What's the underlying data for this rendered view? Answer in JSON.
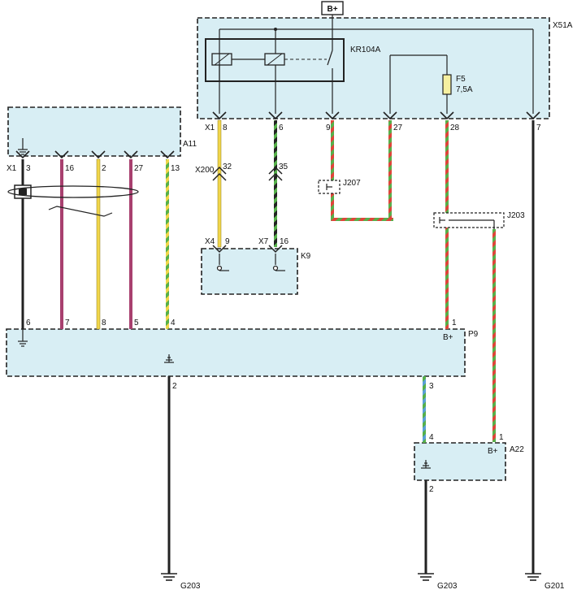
{
  "diagram": {
    "supply_label": "B+",
    "components": {
      "x51a": "X51A",
      "kr104a": "KR104A",
      "fuse_name": "F5",
      "fuse_rating": "7,5A",
      "a11": "A11",
      "k9": "K9",
      "p9": "P9",
      "a22": "A22",
      "j207": "J207",
      "j203": "J203",
      "p9_bplus": "B+",
      "a22_bplus": "B+"
    },
    "connectors": {
      "x1_top": "X1",
      "x1_left": "X1",
      "x200": "X200",
      "x4": "X4",
      "x7": "X7"
    },
    "grounds": {
      "g203_left": "G203",
      "g203_right": "G203",
      "g201": "G201"
    },
    "pins": {
      "x51a_8": "8",
      "x51a_6": "6",
      "x51a_9": "9",
      "x51a_27": "27",
      "x51a_28": "28",
      "x51a_7": "7",
      "x200_32": "32",
      "x200_35": "35",
      "x4_9": "9",
      "x7_16": "16",
      "a11_3": "3",
      "a11_16": "16",
      "a11_2": "2",
      "a11_27": "27",
      "a11_13": "13",
      "p9_6": "6",
      "p9_7": "7",
      "p9_8": "8",
      "p9_5": "5",
      "p9_4": "4",
      "p9_1": "1",
      "p9_2": "2",
      "p9_3": "3",
      "a22_4": "4",
      "a22_1": "1",
      "a22_2": "2"
    },
    "colors": {
      "box_fill": "#d8eef4",
      "wire_black": "#222222",
      "wire_red": "#e0443a",
      "wire_green": "#56b04a",
      "wire_yellow": "#f1d64a",
      "wire_violet": "#a8406f",
      "wire_blue": "#5a9fd8"
    }
  }
}
